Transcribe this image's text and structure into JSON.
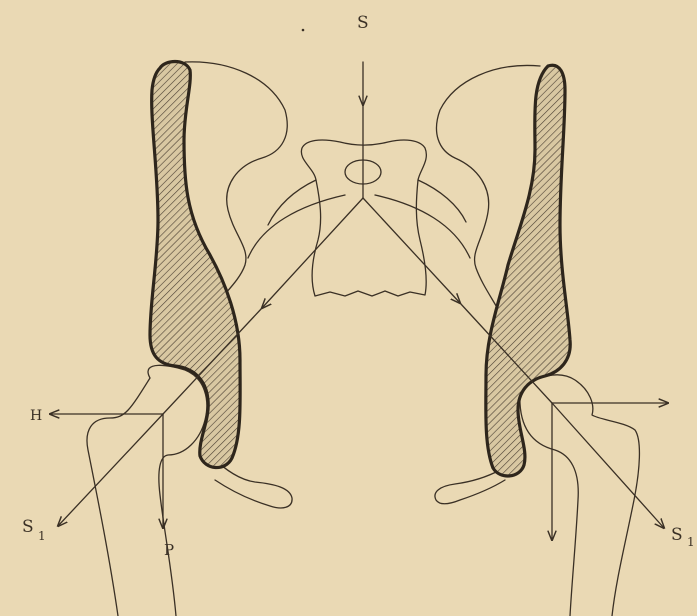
{
  "diagram": {
    "labels": {
      "load_top": "S",
      "horizontal_left": "H",
      "resultant_left": "S",
      "resultant_left_subscript": "1",
      "vertical_left": "P",
      "resultant_right": "S",
      "resultant_right_subscript": "1"
    },
    "colors": {
      "paper": "#ead9b4",
      "ink": "#3a3025"
    }
  }
}
